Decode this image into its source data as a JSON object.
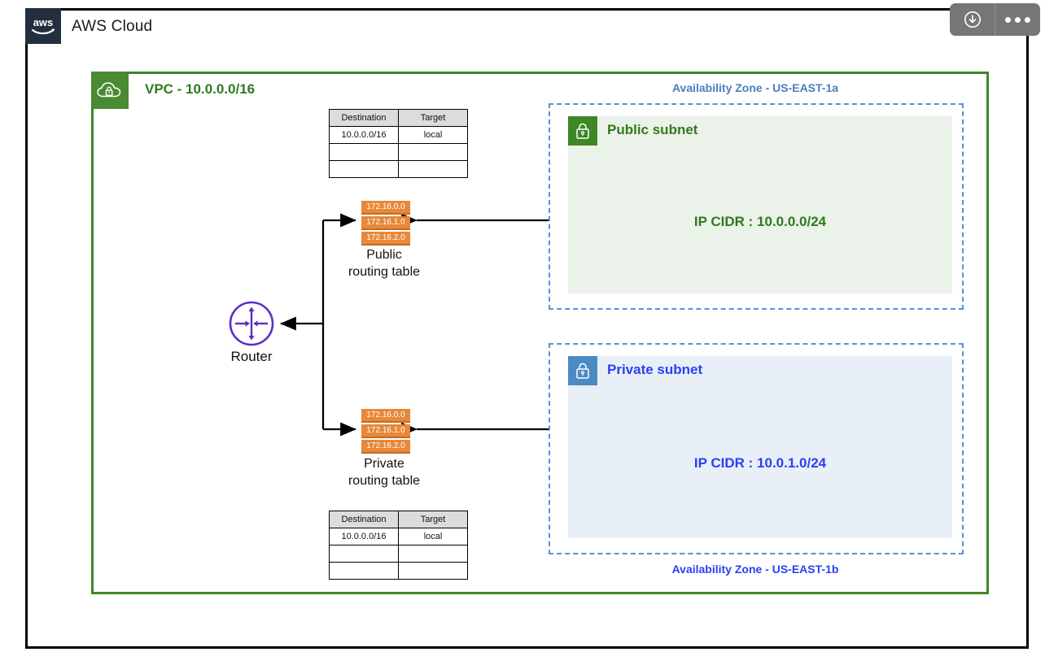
{
  "window": {
    "title": "AWS Cloud",
    "logo_text": "aws"
  },
  "toolbar": {
    "download_icon": "download-icon",
    "more_icon": "more-options-icon"
  },
  "vpc": {
    "title": "VPC - 10.0.0.0/16",
    "icon": "vpc-cloud-lock-icon",
    "border_color": "#3F8624",
    "title_color": "#2F7A1E"
  },
  "route_tables": {
    "columns": [
      "Destination",
      "Target"
    ],
    "top": {
      "name": "public-route-table",
      "rows": [
        [
          "10.0.0.0/16",
          "local"
        ],
        [
          "",
          ""
        ],
        [
          "",
          ""
        ]
      ]
    },
    "bottom": {
      "name": "private-route-table",
      "rows": [
        [
          "10.0.0.0/16",
          "local"
        ],
        [
          "",
          ""
        ],
        [
          "",
          ""
        ]
      ]
    }
  },
  "routing_nodes": [
    {
      "id": "public",
      "caption_line1": "Public",
      "caption_line2": "routing table",
      "chips": [
        "172.16.0.0",
        "172.16.1.0",
        "172.16.2.0"
      ],
      "chip_color": "#E8883A"
    },
    {
      "id": "private",
      "caption_line1": "Private",
      "caption_line2": "routing table",
      "chips": [
        "172.16.0.0",
        "172.16.1.0",
        "172.16.2.0"
      ],
      "chip_color": "#E8883A"
    }
  ],
  "router": {
    "label": "Router",
    "icon": "router-icon",
    "color": "#5B2EC4"
  },
  "availability_zones": [
    {
      "id": "top",
      "label": "Availability Zone - US-EAST-1a",
      "label_color": "#4A7EBB",
      "subnet": {
        "title": "Public subnet",
        "icon": "lock-icon",
        "cidr": "IP CIDR : 10.0.0.0/24",
        "fill": "#EBF2E9",
        "accent": "#3F8624"
      }
    },
    {
      "id": "bottom",
      "label": "Availability Zone - US-EAST-1b",
      "label_color": "#2B3FF5",
      "subnet": {
        "title": "Private subnet",
        "icon": "lock-icon",
        "cidr": "IP CIDR : 10.0.1.0/24",
        "fill": "#E8EFF7",
        "accent": "#4A8BC2"
      }
    }
  ]
}
